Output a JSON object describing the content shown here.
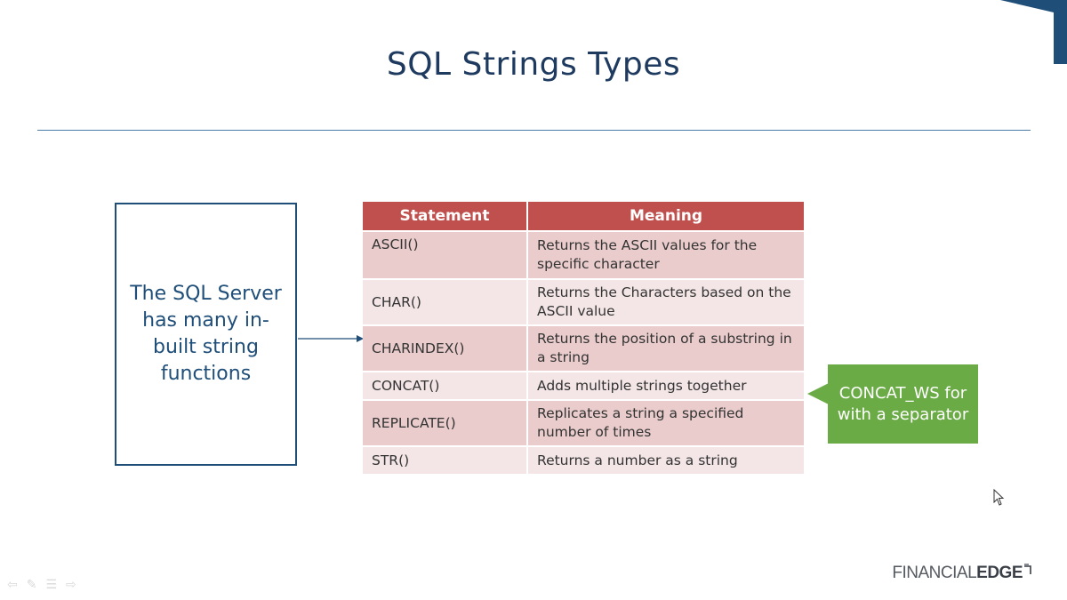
{
  "slide": {
    "title": "SQL Strings Types",
    "accent_color": "#1f4e79"
  },
  "callout": {
    "text": "The SQL Server has many in-built string functions"
  },
  "table": {
    "headers": [
      "Statement",
      "Meaning"
    ],
    "header_color": "#c0504d",
    "rows": [
      {
        "statement": "ASCII()",
        "meaning": "Returns the ASCII values for the specific character"
      },
      {
        "statement": "CHAR()",
        "meaning": "Returns the Characters based on the ASCII value"
      },
      {
        "statement": "CHARINDEX()",
        "meaning": "Returns the position of a substring in a string"
      },
      {
        "statement": "CONCAT()",
        "meaning": "Adds multiple strings together"
      },
      {
        "statement": "REPLICATE()",
        "meaning": "Replicates a string a specified number of times"
      },
      {
        "statement": "STR()",
        "meaning": "Returns a number as a string"
      }
    ]
  },
  "note": {
    "text": "CONCAT_WS for with a separator",
    "color": "#6aab45"
  },
  "logo": {
    "word1": "FINANCIAL",
    "word2": "EDGE"
  },
  "icons": {
    "nav": [
      "back-arrow-icon",
      "pen-icon",
      "menu-icon",
      "forward-arrow-icon"
    ],
    "cursor": "mouse-pointer-icon"
  }
}
